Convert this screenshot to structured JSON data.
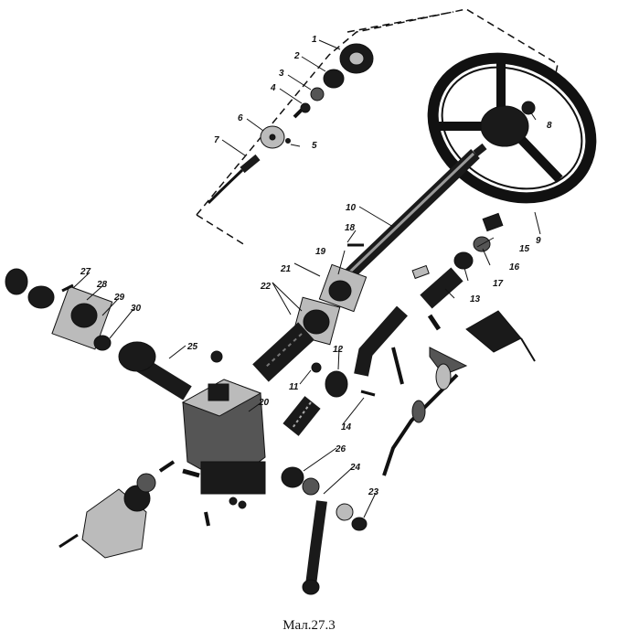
{
  "caption": "Мал.27.3",
  "callouts": [
    "1",
    "2",
    "3",
    "4",
    "5",
    "6",
    "7",
    "8",
    "9",
    "10",
    "11",
    "12",
    "13",
    "14",
    "15",
    "16",
    "17",
    "18",
    "19",
    "20",
    "21",
    "22",
    "23",
    "24",
    "25",
    "26",
    "27",
    "28",
    "29",
    "30"
  ]
}
